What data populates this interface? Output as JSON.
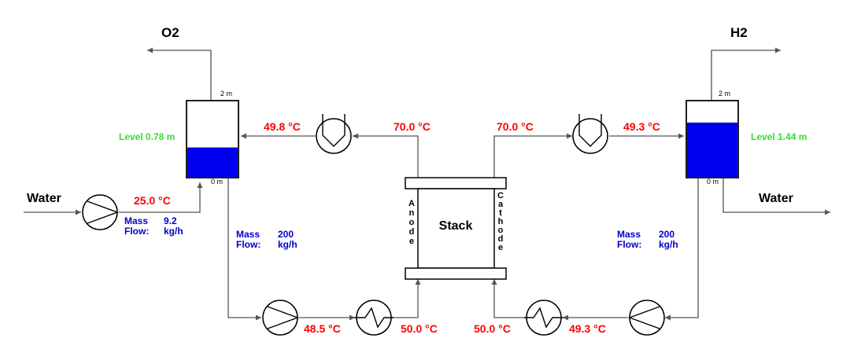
{
  "labels": {
    "o2": "O2",
    "h2": "H2",
    "water_in": "Water",
    "water_out": "Water",
    "stack": "Stack",
    "anode": "Anode",
    "cathode": "Cathode"
  },
  "tanks": {
    "left": {
      "top": "2 m",
      "bottom": "0 m",
      "level_text": "Level  0.78 m",
      "level_m": 0.78,
      "max_m": 2
    },
    "right": {
      "top": "2 m",
      "bottom": "0 m",
      "level_text": "Level  1.44 m",
      "level_m": 1.44,
      "max_m": 2
    }
  },
  "temperatures": {
    "feed": "25.0 °C",
    "left_cooler_out": "49.8 °C",
    "anode_out": "70.0 °C",
    "cathode_out": "70.0 °C",
    "right_cooler_out": "49.3 °C",
    "left_pump_out": "48.5 °C",
    "anode_in": "50.0 °C",
    "cathode_in": "50.0 °C",
    "right_pump_out": "49.3 °C"
  },
  "flows": {
    "feed": {
      "label1": "Mass",
      "label2": "Flow:",
      "value": "9.2",
      "unit": "kg/h"
    },
    "left_loop": {
      "label1": "Mass",
      "label2": "Flow:",
      "value": "200",
      "unit": "kg/h"
    },
    "right_loop": {
      "label1": "Mass",
      "label2": "Flow:",
      "value": "200",
      "unit": "kg/h"
    }
  },
  "colors": {
    "temperature": "#ff0000",
    "flow": "#0000cc",
    "level": "#33dd33",
    "liquid": "#0000ee"
  }
}
